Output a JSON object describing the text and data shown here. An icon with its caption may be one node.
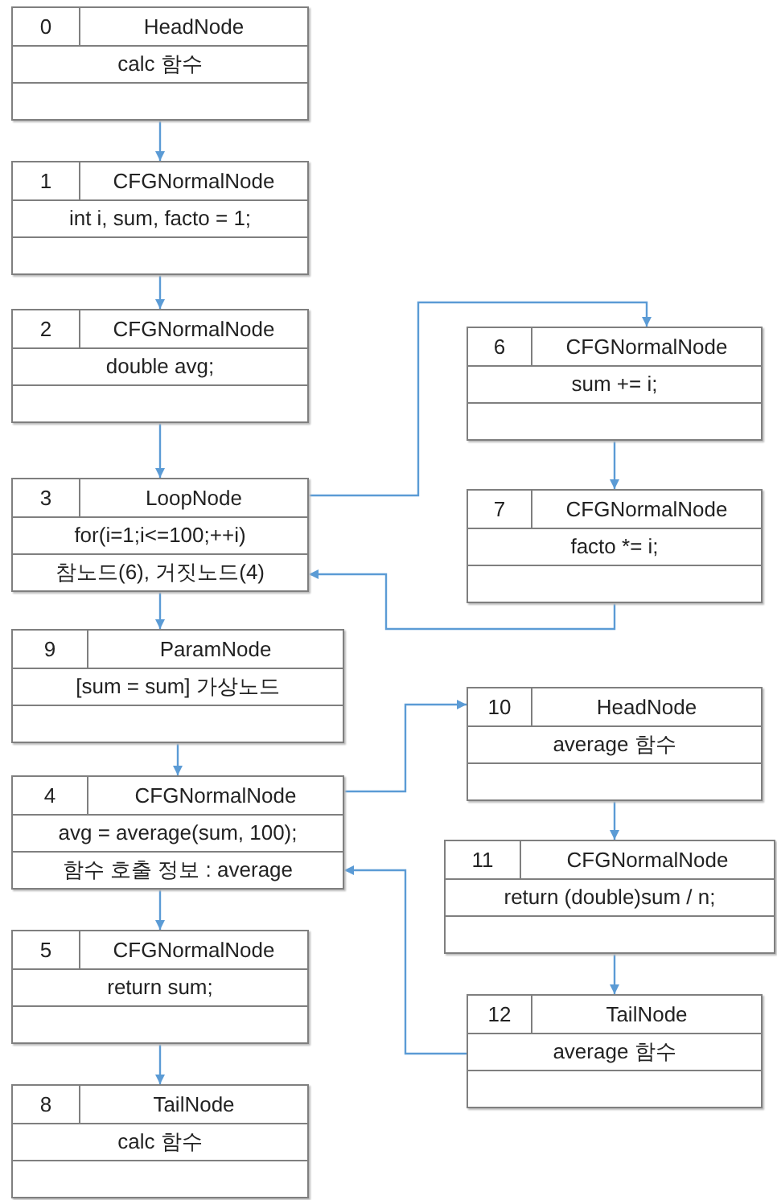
{
  "diagram": {
    "nodes": [
      {
        "text": [
          "0",
          "HeadNode",
          "calc 함수"
        ]
      },
      {
        "text": [
          "1",
          "CFGNormalNode",
          "int i, sum, facto = 1;"
        ]
      },
      {
        "text": [
          "2",
          "CFGNormalNode",
          "double avg;"
        ]
      },
      {
        "text": [
          "6",
          "CFGNormalNode",
          "sum += i;"
        ]
      },
      {
        "text": [
          "3",
          "LoopNode",
          "for(i=1;i<=100;++i)",
          "참노드(6), 거짓노드(4)"
        ]
      },
      {
        "text": [
          "7",
          "CFGNormalNode",
          "facto *= i;"
        ]
      },
      {
        "text": [
          "9",
          "ParamNode",
          "[sum = sum] 가상노드"
        ]
      },
      {
        "text": [
          "10",
          "HeadNode",
          "average 함수"
        ]
      },
      {
        "text": [
          "4",
          "CFGNormalNode",
          "avg = average(sum, 100);",
          "함수 호출 정보 : average"
        ]
      },
      {
        "text": [
          "11",
          "CFGNormalNode",
          "return (double)sum / n;"
        ]
      },
      {
        "text": [
          "5",
          "CFGNormalNode",
          "return sum;"
        ]
      },
      {
        "text": [
          "12",
          "TailNode",
          "average 함수"
        ]
      },
      {
        "text": [
          "8",
          "TailNode",
          "calc 함수"
        ]
      }
    ],
    "edges": [
      {
        "from": 0,
        "to": 1,
        "arrow": "to"
      },
      {
        "from": 1,
        "to": 2,
        "arrow": "to"
      },
      {
        "from": 2,
        "to": 4,
        "arrow": "to"
      },
      {
        "from": 4,
        "to": 3,
        "arrow": "to"
      },
      {
        "from": 3,
        "to": 5,
        "arrow": "to"
      },
      {
        "from": 5,
        "to": 4,
        "arrow": "to"
      },
      {
        "from": 4,
        "to": 6,
        "arrow": "to"
      },
      {
        "from": 6,
        "to": 8,
        "arrow": "to"
      },
      {
        "from": 8,
        "to": 7,
        "arrow": "to"
      },
      {
        "from": 7,
        "to": 9,
        "arrow": "to"
      },
      {
        "from": 9,
        "to": 11,
        "arrow": "to"
      },
      {
        "from": 11,
        "to": 8,
        "arrow": "to"
      },
      {
        "from": 8,
        "to": 10,
        "arrow": "to"
      },
      {
        "from": 10,
        "to": 12,
        "arrow": "to"
      }
    ]
  }
}
